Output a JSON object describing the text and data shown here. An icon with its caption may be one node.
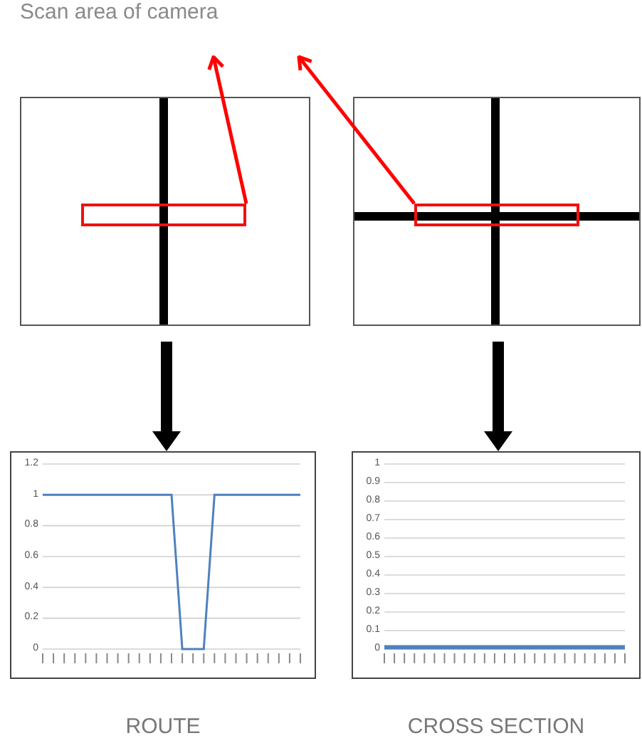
{
  "diagram": {
    "nodes": [
      {
        "text": [
          "Scan area of camera"
        ]
      },
      {
        "text": [],
        "shape": "box"
      },
      {
        "text": [],
        "shape": "box",
        "in": 1
      },
      {
        "text": [],
        "shape": "box"
      },
      {
        "text": [],
        "shape": "box",
        "in": 3
      },
      {
        "text": [
          "ROUTE"
        ]
      },
      {
        "text": [
          "CROSS SECTION"
        ]
      }
    ],
    "edges": [
      {
        "from": 2,
        "to": 0,
        "arrow": "to",
        "color": "#ff0000"
      },
      {
        "from": 4,
        "to": 0,
        "arrow": "to",
        "color": "#ff0000"
      },
      {
        "from": 1,
        "to": 5,
        "arrow": "to",
        "style": "thick",
        "color": "#000000"
      },
      {
        "from": 3,
        "to": 6,
        "arrow": "to",
        "style": "thick",
        "color": "#000000"
      }
    ],
    "chart_data": [
      {
        "type": "line",
        "categories": [
          null,
          null,
          null,
          null,
          null,
          null,
          null,
          null,
          null,
          null,
          null,
          null,
          null,
          null,
          null,
          null,
          null,
          null,
          null,
          null,
          null,
          null,
          null,
          null,
          null
        ],
        "ylim": [
          0,
          1.2
        ],
        "grid": true,
        "yticks": [
          0,
          0.2,
          0.4,
          0.6,
          0.8,
          1,
          1.2
        ],
        "series": [
          {
            "color": "#4f81bd",
            "values": [
              1,
              1,
              1,
              1,
              1,
              1,
              1,
              1,
              1,
              1,
              1,
              1,
              1,
              0,
              0,
              0,
              1,
              1,
              1,
              1,
              1,
              1,
              1,
              1,
              1
            ]
          }
        ]
      },
      {
        "type": "line",
        "categories": [
          null,
          null,
          null,
          null,
          null,
          null,
          null,
          null,
          null,
          null,
          null,
          null,
          null,
          null,
          null,
          null,
          null,
          null,
          null,
          null,
          null,
          null,
          null,
          null,
          null
        ],
        "ylim": [
          0,
          1
        ],
        "grid": true,
        "yticks": [
          0,
          0.1,
          0.2,
          0.3,
          0.4,
          0.5,
          0.6,
          0.7,
          0.8,
          0.9,
          1
        ],
        "series": [
          {
            "color": "#4f81bd",
            "values": [
              0.01,
              0.01,
              0.01,
              0.01,
              0.01,
              0.01,
              0.01,
              0.01,
              0.01,
              0.01,
              0.01,
              0.01,
              0.01,
              0.01,
              0.01,
              0.01,
              0.01,
              0.01,
              0.01,
              0.01,
              0.01,
              0.01,
              0.01,
              0.01,
              0.01
            ]
          }
        ]
      }
    ]
  }
}
